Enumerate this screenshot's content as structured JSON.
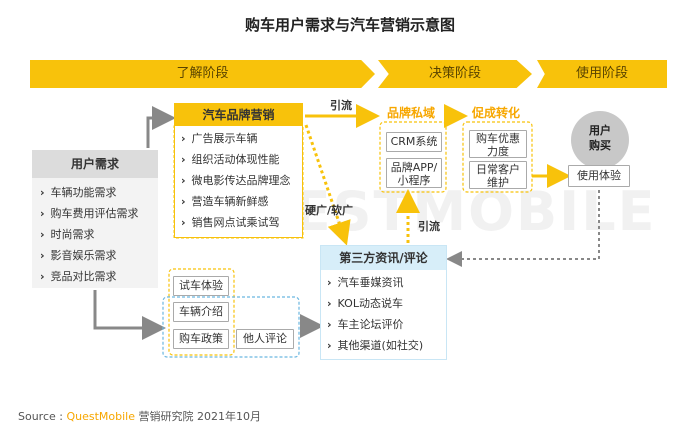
{
  "title": "购车用户需求与汽车营销示意图",
  "phases": {
    "understand": "了解阶段",
    "decide": "决策阶段",
    "use": "使用阶段"
  },
  "watermark": "QUESTMOBILE",
  "user_needs": {
    "header": "用户需求",
    "items": [
      "车辆功能需求",
      "购车费用评估需求",
      "时尚需求",
      "影音娱乐需求",
      "竞品对比需求"
    ]
  },
  "brand_marketing": {
    "header": "汽车品牌营销",
    "items": [
      "广告展示车辆",
      "组织活动体现性能",
      "微电影传达品牌理念",
      "营造车辆新鲜感",
      "销售网点试乘试驾"
    ]
  },
  "flows": {
    "yinliu_top": "引流",
    "hard_soft": "硬广/软广",
    "yinliu_right": "引流"
  },
  "brand_private": {
    "label": "品牌私域",
    "items": [
      "CRM系统",
      "品牌APP/\n小程序"
    ]
  },
  "conversion": {
    "label": "促成转化",
    "items": [
      "购车优惠\n力度",
      "日常客户\n维护"
    ]
  },
  "purchase": "用户\n购买",
  "use_experience": "使用体验",
  "third_party": {
    "header": "第三方资讯/评论",
    "items": [
      "汽车垂媒资讯",
      "KOL动态说车",
      "车主论坛评价",
      "其他渠道(如社交)"
    ]
  },
  "info_cards": [
    "试车体验",
    "车辆介绍",
    "购车政策",
    "他人评论"
  ],
  "footer": {
    "prefix": "Source : ",
    "brand": "QuestMobile",
    "suffix": " 营销研究院 2021年10月"
  }
}
